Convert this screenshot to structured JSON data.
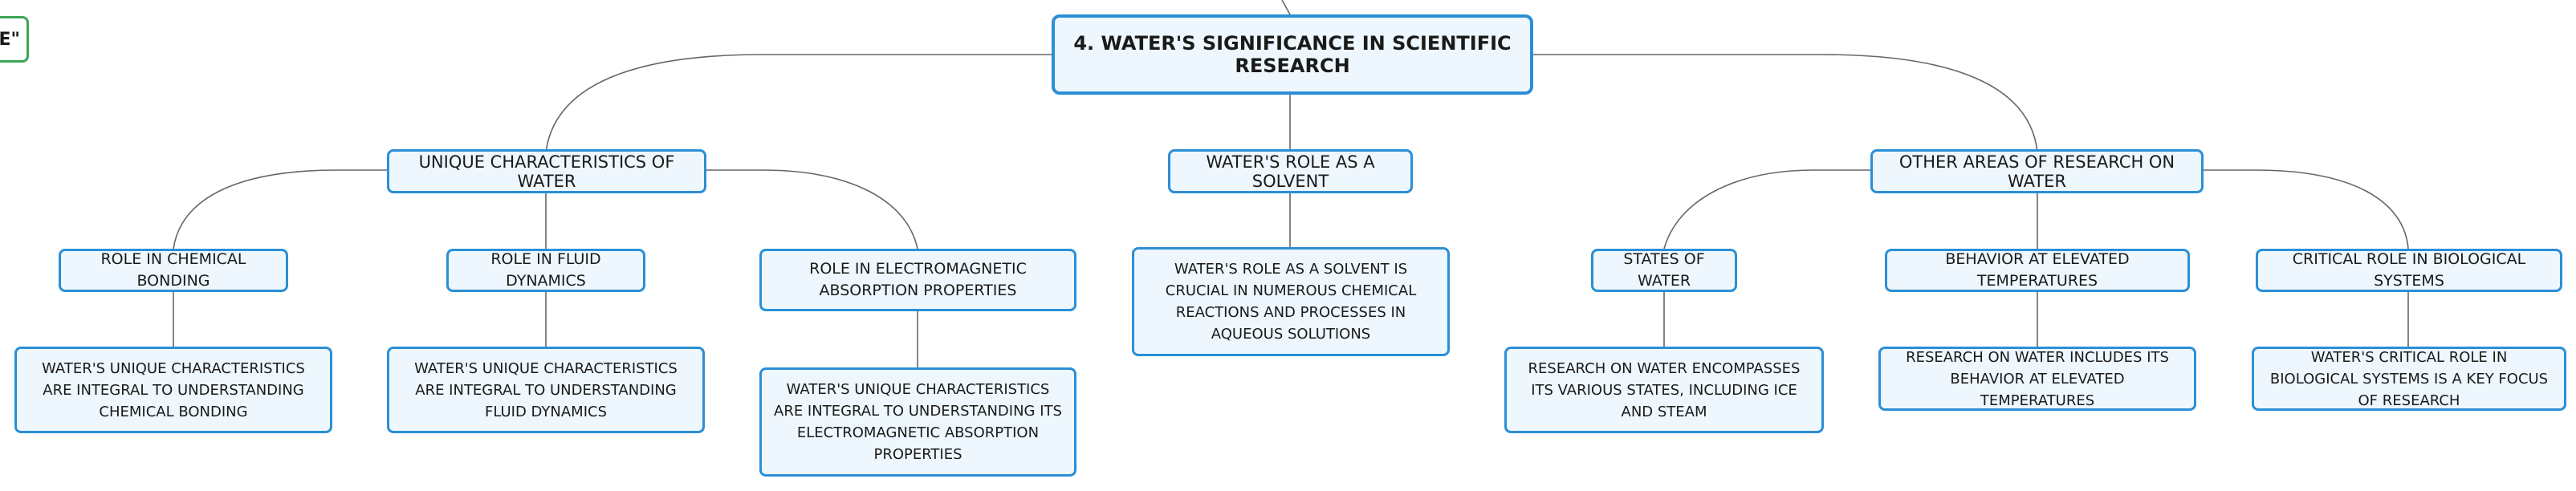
{
  "floating_topic": {
    "text": "E\""
  },
  "root": {
    "label": "4. WATER'S SIGNIFICANCE IN SCIENTIFIC RESEARCH"
  },
  "branches": [
    {
      "label": "UNIQUE CHARACTERISTICS OF WATER",
      "children": [
        {
          "label": "ROLE IN CHEMICAL BONDING",
          "detail": "WATER'S UNIQUE CHARACTERISTICS ARE INTEGRAL TO UNDERSTANDING CHEMICAL BONDING"
        },
        {
          "label": "ROLE IN FLUID DYNAMICS",
          "detail": "WATER'S UNIQUE CHARACTERISTICS ARE INTEGRAL TO UNDERSTANDING FLUID DYNAMICS"
        },
        {
          "label": "ROLE IN ELECTROMAGNETIC ABSORPTION PROPERTIES",
          "detail": "WATER'S UNIQUE CHARACTERISTICS ARE INTEGRAL TO UNDERSTANDING ITS ELECTROMAGNETIC ABSORPTION PROPERTIES"
        }
      ]
    },
    {
      "label": "WATER'S ROLE AS A SOLVENT",
      "detail": "WATER'S ROLE AS A SOLVENT IS CRUCIAL IN NUMEROUS CHEMICAL REACTIONS AND PROCESSES IN AQUEOUS SOLUTIONS"
    },
    {
      "label": "OTHER AREAS OF RESEARCH ON WATER",
      "children": [
        {
          "label": "STATES OF WATER",
          "detail": "RESEARCH ON WATER ENCOMPASSES ITS VARIOUS STATES, INCLUDING ICE AND STEAM"
        },
        {
          "label": "BEHAVIOR AT ELEVATED TEMPERATURES",
          "detail": "RESEARCH ON WATER INCLUDES ITS BEHAVIOR AT ELEVATED TEMPERATURES"
        },
        {
          "label": "CRITICAL ROLE IN BIOLOGICAL SYSTEMS",
          "detail": "WATER'S CRITICAL ROLE IN BIOLOGICAL SYSTEMS IS A KEY FOCUS OF RESEARCH"
        }
      ]
    }
  ],
  "colors": {
    "node_border": "#2b8fd6",
    "node_fill": "#eef7fd",
    "connector": "#666666",
    "floating_border": "#3aa655"
  }
}
